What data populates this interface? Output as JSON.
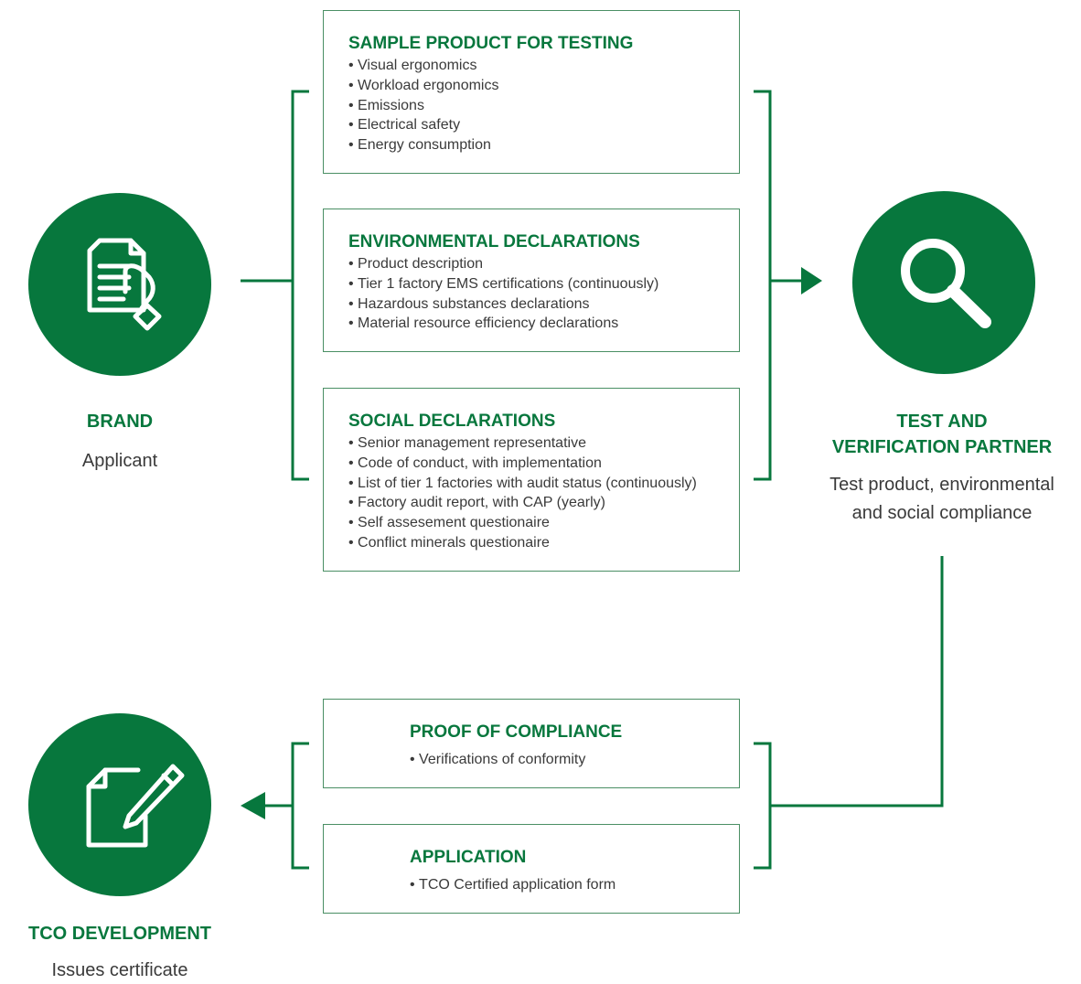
{
  "colors": {
    "accent": "#07773d",
    "text": "#3a3a3a",
    "border": "#4a8f64"
  },
  "brand": {
    "title": "BRAND",
    "subtitle": "Applicant",
    "icon": "document-hand-icon"
  },
  "partner": {
    "title_line1": "TEST AND",
    "title_line2": "VERIFICATION PARTNER",
    "subtitle_line1": "Test product, environmental",
    "subtitle_line2": "and social compliance",
    "icon": "magnifier-icon"
  },
  "tco": {
    "title": "TCO DEVELOPMENT",
    "subtitle": "Issues certificate",
    "icon": "document-pen-icon"
  },
  "boxes": {
    "sample": {
      "title": "SAMPLE PRODUCT FOR TESTING",
      "items": [
        "Visual ergonomics",
        "Workload ergonomics",
        "Emissions",
        "Electrical safety",
        "Energy consumption"
      ]
    },
    "environmental": {
      "title": "ENVIRONMENTAL DECLARATIONS",
      "items": [
        "Product description",
        "Tier 1 factory EMS certifications (continuously)",
        "Hazardous substances declarations",
        "Material resource efficiency declarations"
      ]
    },
    "social": {
      "title": "SOCIAL DECLARATIONS",
      "items": [
        "Senior management representative",
        "Code of conduct, with implementation",
        "List of tier 1 factories with audit status (continuously)",
        "Factory audit report, with CAP (yearly)",
        "Self assesement questionaire",
        "Conflict minerals questionaire"
      ]
    },
    "proof": {
      "title": "PROOF OF COMPLIANCE",
      "items": [
        "Verifications of conformity"
      ]
    },
    "application": {
      "title": "APPLICATION",
      "items": [
        "TCO Certified application form"
      ]
    }
  }
}
